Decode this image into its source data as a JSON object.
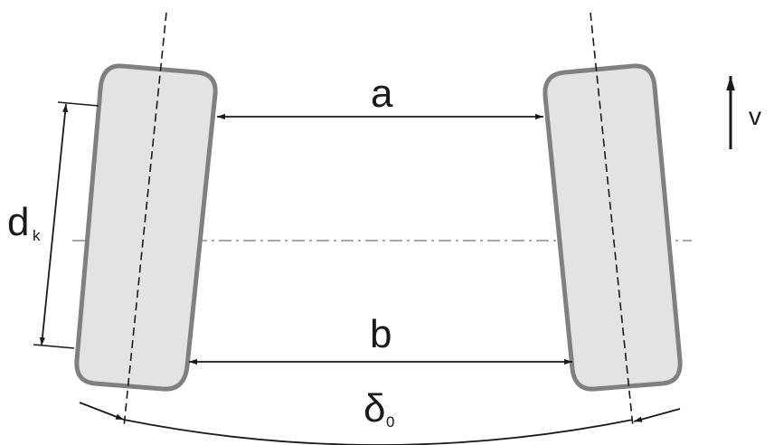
{
  "labels": {
    "a": "a",
    "b": "b",
    "d_main": "d",
    "d_sub": "k",
    "delta_main": "δ",
    "delta_sub": "0",
    "v": "v"
  },
  "colors": {
    "tire_fill": "#e3e3e3",
    "tire_outline": "#808080",
    "line": "#1a1a1a",
    "centerline": "#a8a8a8"
  }
}
